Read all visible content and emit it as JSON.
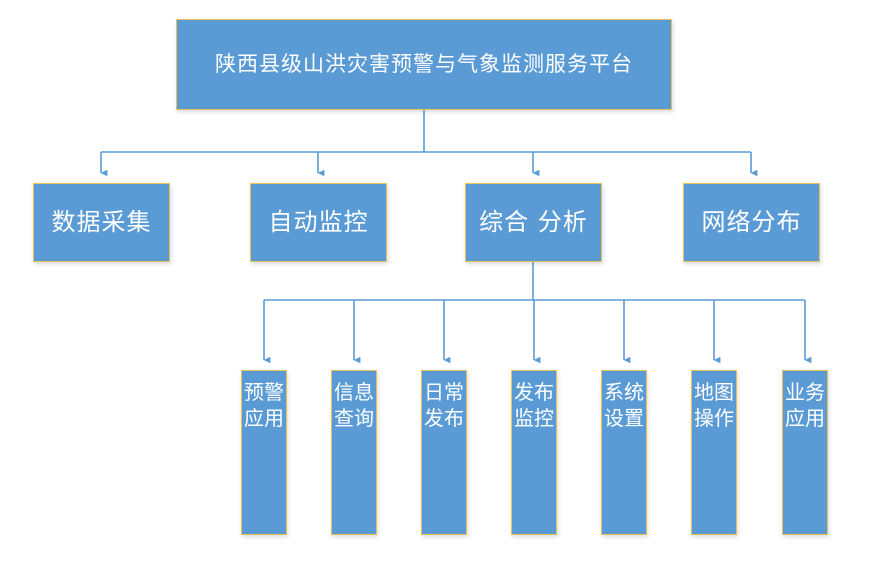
{
  "diagram": {
    "title_node": {
      "label": "陕西县级山洪灾害预警与气象监测服务平台",
      "name": "root-node"
    },
    "level2": [
      {
        "label": "数据采集",
        "name": "node-data-collection"
      },
      {
        "label": "自动监控",
        "name": "node-auto-monitoring"
      },
      {
        "label": "综合 分析",
        "name": "node-comprehensive-analysis"
      },
      {
        "label": "网络分布",
        "name": "node-network-distribution"
      }
    ],
    "level3": [
      {
        "label": "预警应用",
        "name": "node-warning-application"
      },
      {
        "label": "信息查询",
        "name": "node-information-query"
      },
      {
        "label": "日常发布",
        "name": "node-daily-release"
      },
      {
        "label": "发布监控",
        "name": "node-release-monitoring"
      },
      {
        "label": "系统设置",
        "name": "node-system-settings"
      },
      {
        "label": "地图操作",
        "name": "node-map-operation"
      },
      {
        "label": "业务应用",
        "name": "node-business-application"
      }
    ],
    "colors": {
      "node_fill": "#5B9BD5",
      "node_border": "#E8C252",
      "node_text": "#FFFFFF",
      "connector": "#5B9BD5",
      "background": "#FFFFFF"
    }
  }
}
